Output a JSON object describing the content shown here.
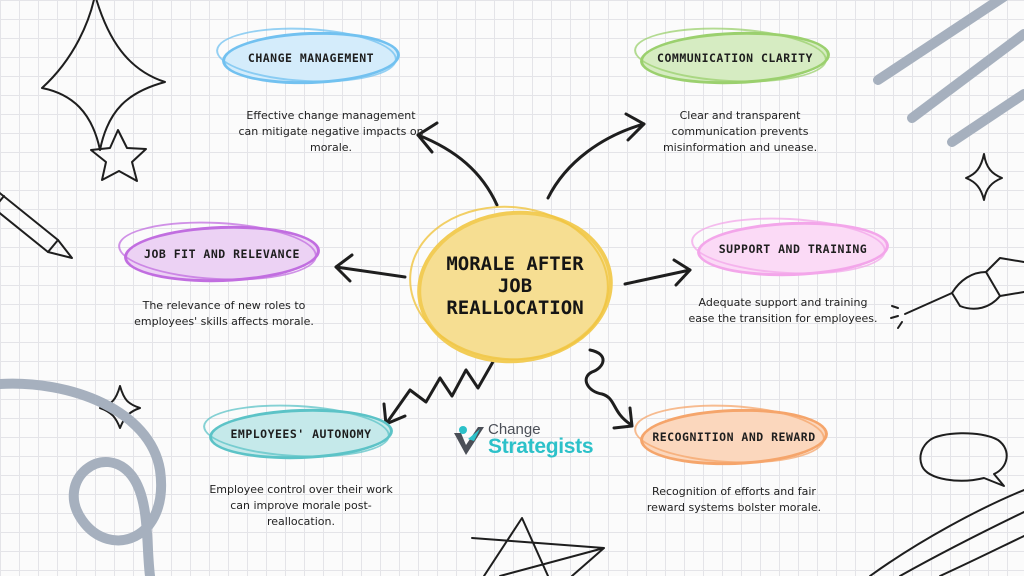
{
  "center": {
    "title": "MORALE AFTER JOB REALLOCATION"
  },
  "factors": [
    {
      "id": "change-management",
      "label": "CHANGE MANAGEMENT",
      "description": "Effective change management can mitigate negative impacts on morale.",
      "fill": "#d4ecfb",
      "ring": "#72c1f0"
    },
    {
      "id": "communication-clarity",
      "label": "COMMUNICATION CLARITY",
      "description": "Clear and transparent communication prevents misinformation and unease.",
      "fill": "#d6ecc2",
      "ring": "#9bd06e"
    },
    {
      "id": "job-fit-and-relevance",
      "label": "JOB FIT AND RELEVANCE",
      "description": "The relevance of new roles to employees' skills affects morale.",
      "fill": "#ecd2f4",
      "ring": "#c16ee0"
    },
    {
      "id": "support-and-training",
      "label": "SUPPORT AND TRAINING",
      "description": "Adequate support and training ease the transition for employees.",
      "fill": "#fbdaf6",
      "ring": "#f3a6ea"
    },
    {
      "id": "employees-autonomy",
      "label": "EMPLOYEES' AUTONOMY",
      "description": "Employee control over their work can improve morale post-reallocation.",
      "fill": "#c5e9ea",
      "ring": "#5cc3c7"
    },
    {
      "id": "recognition-and-reward",
      "label": "RECOGNITION AND REWARD",
      "description": "Recognition of efforts and fair reward systems bolster morale.",
      "fill": "#fbd7bd",
      "ring": "#f5a56b"
    }
  ],
  "brand": {
    "small": "Change",
    "big": "Strategists",
    "color": "#2cc1c9"
  },
  "colors": {
    "center_fill": "#f6de92",
    "center_ring": "#f2cc56",
    "ink": "#1e1e1e",
    "decor": "#a6b0be"
  },
  "icons": [
    "star-doodle-icon",
    "pencil-icon",
    "pointing-hand-icon",
    "speech-bubble-icon",
    "arrow-icon"
  ]
}
